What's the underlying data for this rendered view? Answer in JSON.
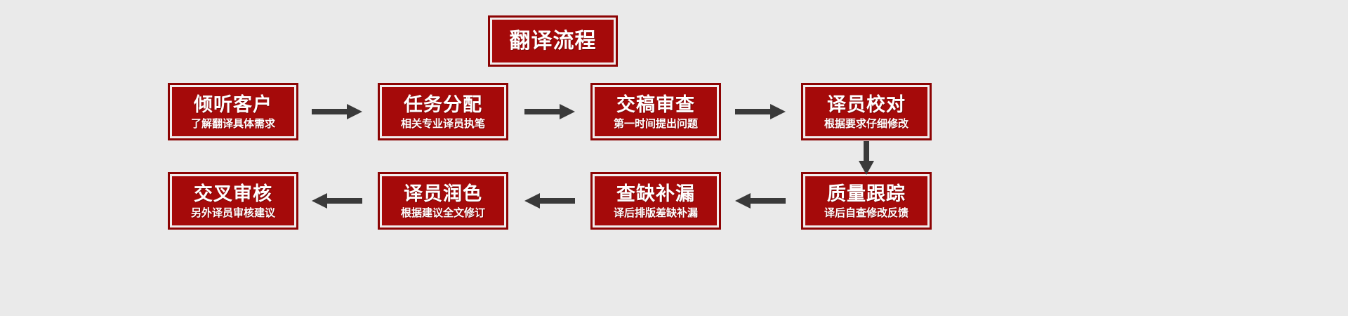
{
  "background_color": "#eaeaea",
  "box_fill_color": "#a50a0a",
  "box_border_color": "#8c0303",
  "box_inner_line_color": "#f2eded",
  "arrow_color": "#3a3a3a",
  "header": {
    "title": "翻译流程"
  },
  "steps": [
    {
      "title": "倾听客户",
      "subtitle": "了解翻译具体需求"
    },
    {
      "title": "任务分配",
      "subtitle": "相关专业译员执笔"
    },
    {
      "title": "交稿审查",
      "subtitle": "第一时间提出问题"
    },
    {
      "title": "译员校对",
      "subtitle": "根据要求仔细修改"
    },
    {
      "title": "质量跟踪",
      "subtitle": "译后自查修改反馈"
    },
    {
      "title": "查缺补漏",
      "subtitle": "译后排版差缺补漏"
    },
    {
      "title": "译员润色",
      "subtitle": "根据建议全文修订"
    },
    {
      "title": "交叉审核",
      "subtitle": "另外译员审核建议"
    }
  ],
  "connectors": [
    {
      "name": "arrow-step1-to-step2",
      "direction": "right"
    },
    {
      "name": "arrow-step2-to-step3",
      "direction": "right"
    },
    {
      "name": "arrow-step3-to-step4",
      "direction": "right"
    },
    {
      "name": "arrow-step4-to-step5",
      "direction": "down"
    },
    {
      "name": "arrow-step5-to-step6",
      "direction": "left"
    },
    {
      "name": "arrow-step6-to-step7",
      "direction": "left"
    },
    {
      "name": "arrow-step7-to-step8",
      "direction": "left"
    }
  ]
}
